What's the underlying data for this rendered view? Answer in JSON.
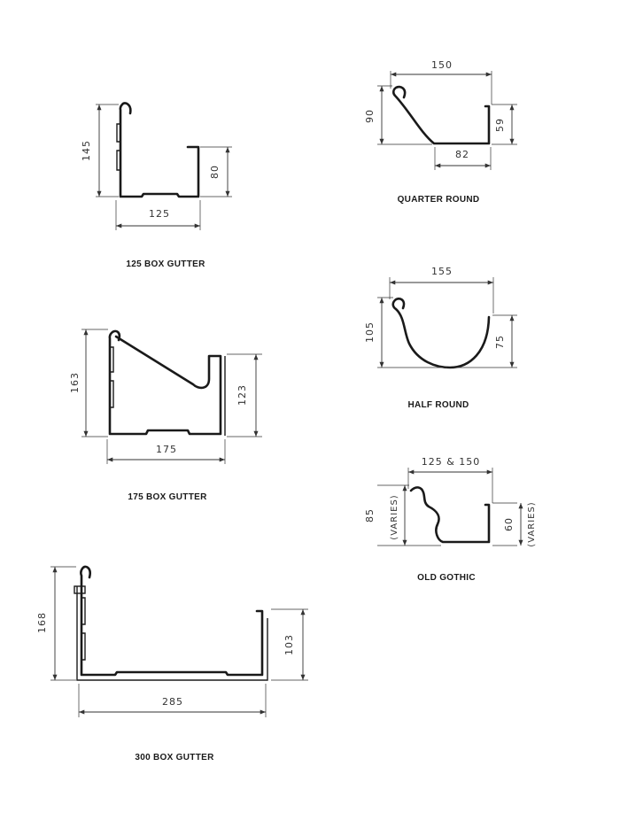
{
  "gutters": {
    "box125": {
      "caption": "125 BOX GUTTER",
      "width": "125",
      "height": "145",
      "front": "80"
    },
    "box175": {
      "caption": "175 BOX GUTTER",
      "width": "175",
      "height": "163",
      "front": "123"
    },
    "box300": {
      "caption": "300 BOX GUTTER",
      "width": "285",
      "height": "168",
      "front": "103"
    },
    "quarter_round": {
      "caption": "QUARTER ROUND",
      "width": "150",
      "height": "90",
      "front": "59",
      "base": "82"
    },
    "half_round": {
      "caption": "HALF ROUND",
      "width": "155",
      "height": "105",
      "front": "75"
    },
    "old_gothic": {
      "caption": "OLD GOTHIC",
      "width": "125 & 150",
      "height": "85",
      "height_note": "(VARIES)",
      "front": "60",
      "front_note": "(VARIES)"
    }
  }
}
